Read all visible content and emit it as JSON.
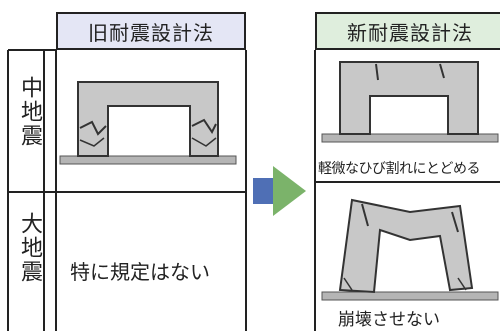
{
  "headers": {
    "old_code": "旧耐震設計法",
    "new_code": "新耐震設計法"
  },
  "rows": {
    "medium_quake": "中地震",
    "large_quake": "大地震"
  },
  "cells": {
    "old_large": "特に規定はない",
    "new_medium": "軽微なひび割れにとどめる",
    "new_large": "崩壊させない"
  },
  "colors": {
    "old_header": "#e4e6f5",
    "new_header": "#dfeedd",
    "frame_fill": "#c8c8c8",
    "arrow_blue": "#4f6fb5",
    "arrow_green": "#7bb36a"
  }
}
